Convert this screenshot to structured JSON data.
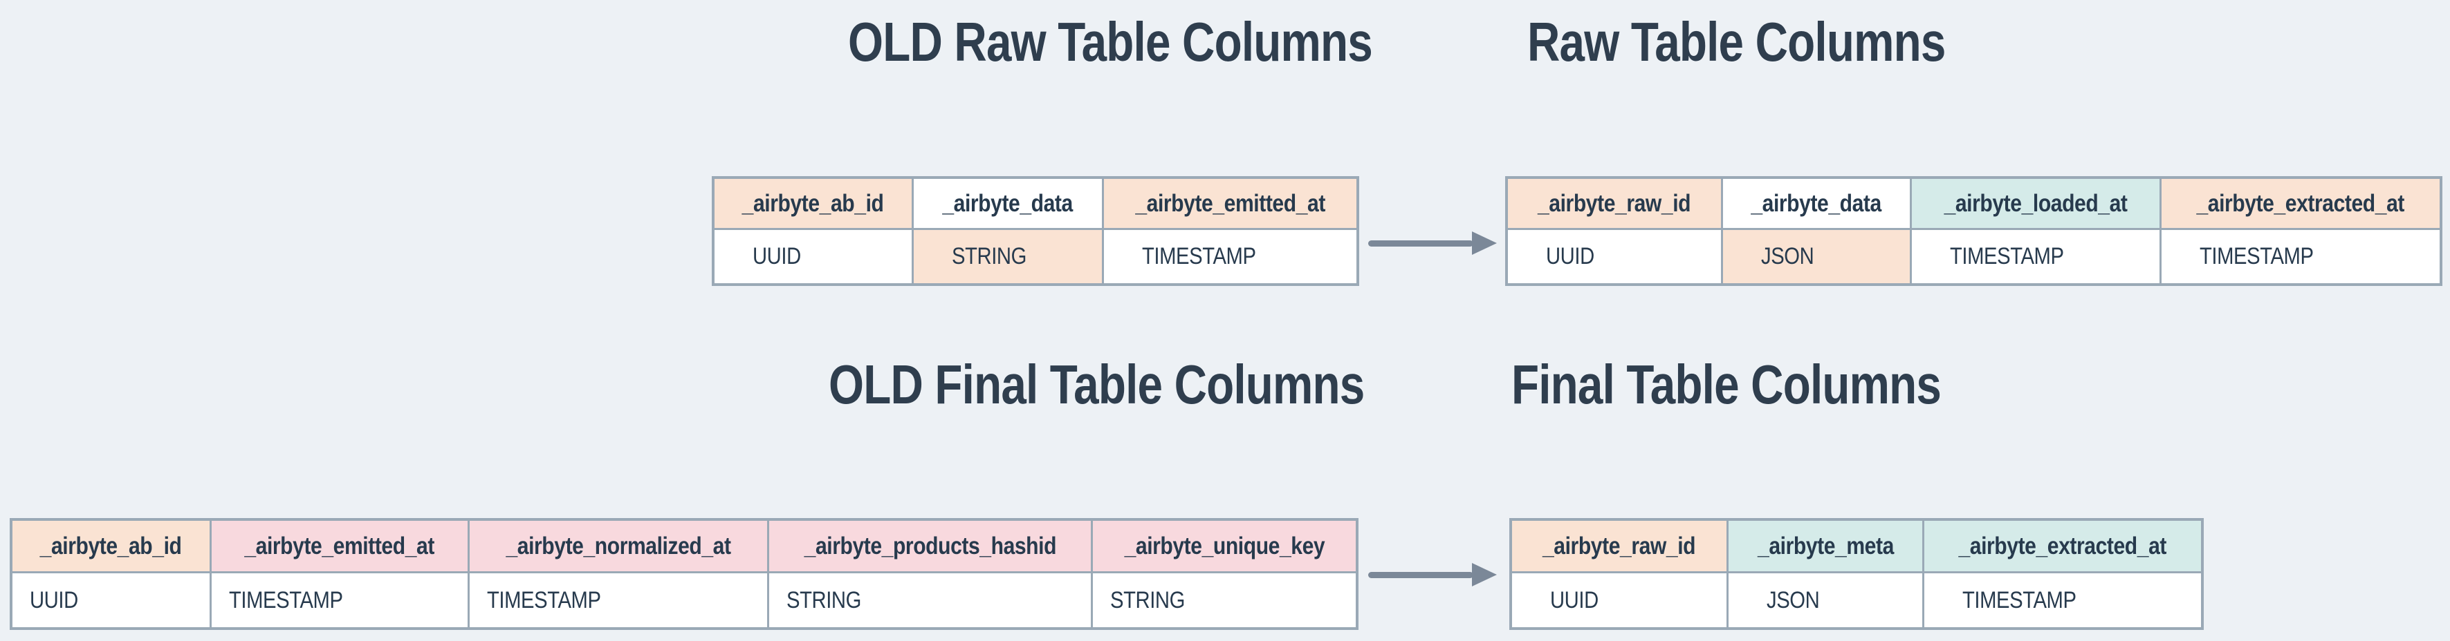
{
  "colors": {
    "background": "#edf1f5",
    "table_border": "#9aa9b6",
    "arrow": "#7b8898",
    "title_text": "#2f3e4e",
    "cell_text": "#273a4d",
    "peach": "#fae3d3",
    "pink": "#f8d9de",
    "teal": "#d5ebe9",
    "white": "#ffffff"
  },
  "sections": [
    {
      "name": "raw",
      "old": {
        "title": "OLD Raw Table Columns",
        "columns": [
          {
            "header": "_airbyte_ab_id",
            "header_bg": "peach",
            "value": "UUID",
            "value_bg": "white"
          },
          {
            "header": "_airbyte_data",
            "header_bg": "white",
            "value": "STRING",
            "value_bg": "peach"
          },
          {
            "header": "_airbyte_emitted_at",
            "header_bg": "peach",
            "value": "TIMESTAMP",
            "value_bg": "white"
          }
        ]
      },
      "new": {
        "title": "Raw Table Columns",
        "columns": [
          {
            "header": "_airbyte_raw_id",
            "header_bg": "peach",
            "value": "UUID",
            "value_bg": "white"
          },
          {
            "header": "_airbyte_data",
            "header_bg": "white",
            "value": "JSON",
            "value_bg": "peach"
          },
          {
            "header": "_airbyte_loaded_at",
            "header_bg": "teal",
            "value": "TIMESTAMP",
            "value_bg": "white"
          },
          {
            "header": "_airbyte_extracted_at",
            "header_bg": "peach",
            "value": "TIMESTAMP",
            "value_bg": "white"
          }
        ]
      }
    },
    {
      "name": "final",
      "old": {
        "title": "OLD Final Table Columns",
        "columns": [
          {
            "header": "_airbyte_ab_id",
            "header_bg": "peach",
            "value": "UUID",
            "value_bg": "white"
          },
          {
            "header": "_airbyte_emitted_at",
            "header_bg": "pink",
            "value": "TIMESTAMP",
            "value_bg": "white"
          },
          {
            "header": "_airbyte_normalized_at",
            "header_bg": "pink",
            "value": "TIMESTAMP",
            "value_bg": "white"
          },
          {
            "header": "_airbyte_products_hashid",
            "header_bg": "pink",
            "value": "STRING",
            "value_bg": "white"
          },
          {
            "header": "_airbyte_unique_key",
            "header_bg": "pink",
            "value": "STRING",
            "value_bg": "white"
          }
        ]
      },
      "new": {
        "title": "Final Table Columns",
        "columns": [
          {
            "header": "_airbyte_raw_id",
            "header_bg": "peach",
            "value": "UUID",
            "value_bg": "white"
          },
          {
            "header": "_airbyte_meta",
            "header_bg": "teal",
            "value": "JSON",
            "value_bg": "white"
          },
          {
            "header": "_airbyte_extracted_at",
            "header_bg": "teal",
            "value": "TIMESTAMP",
            "value_bg": "white"
          }
        ]
      }
    }
  ]
}
